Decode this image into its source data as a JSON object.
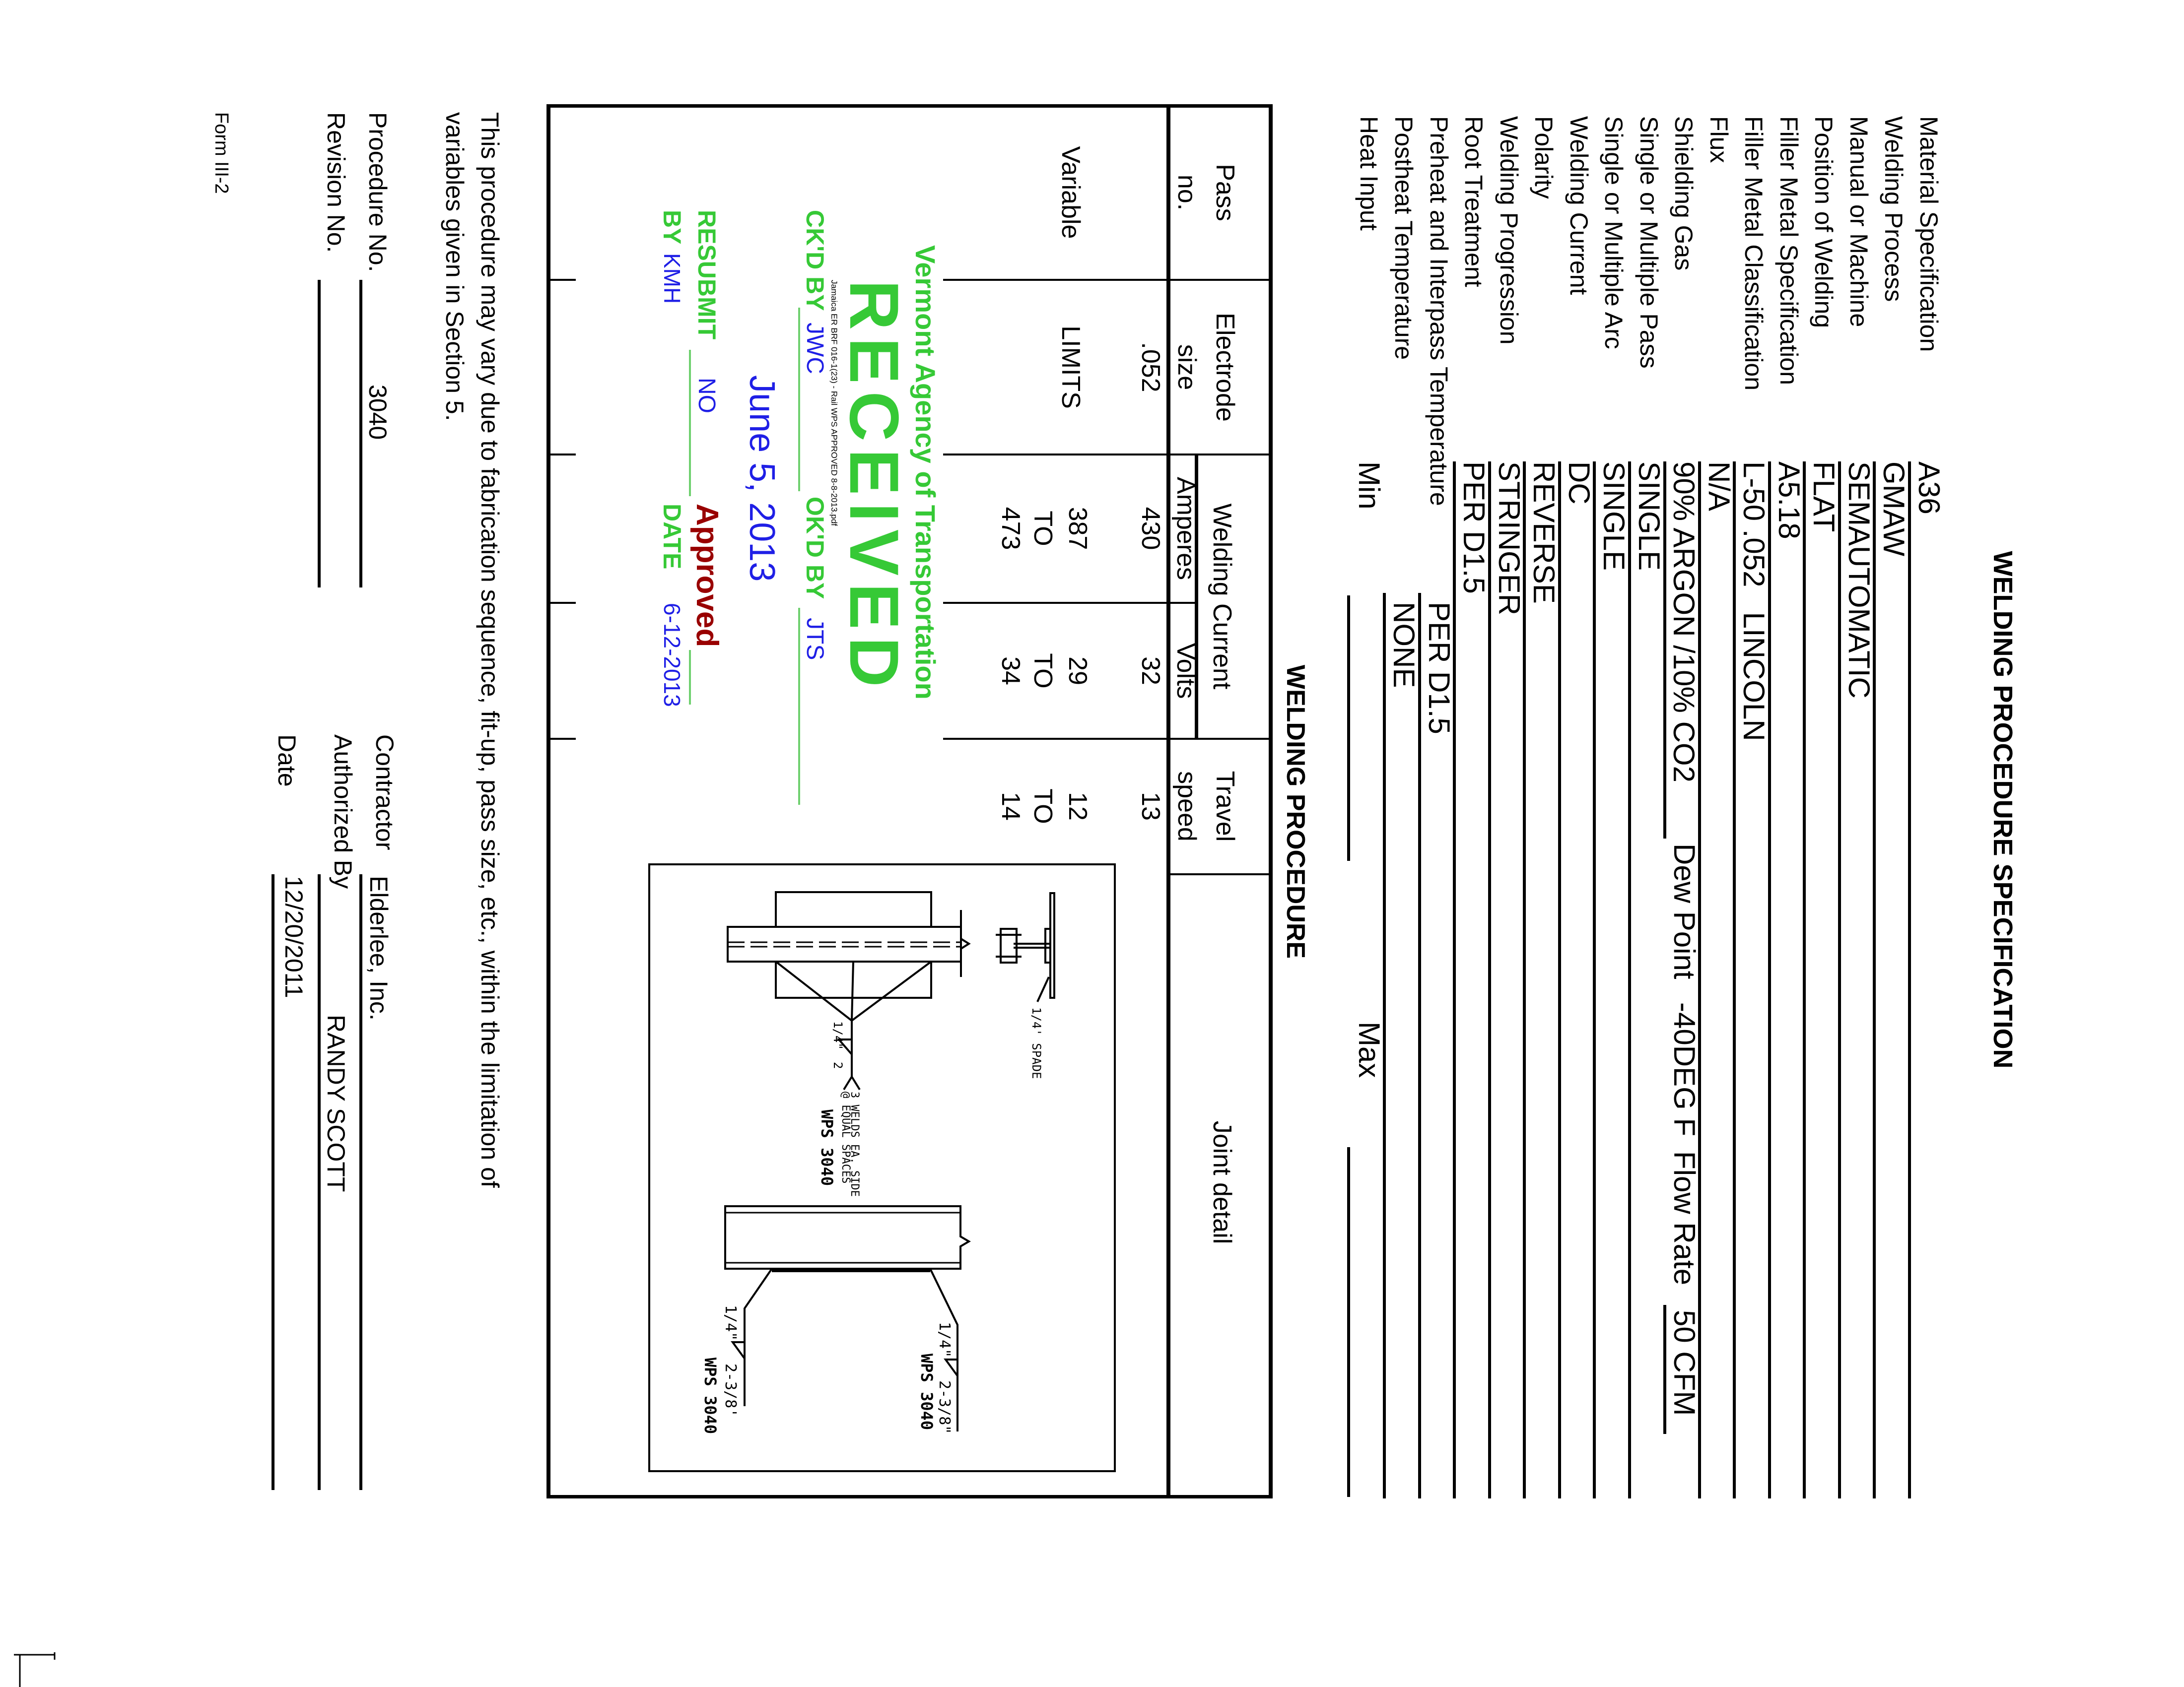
{
  "title": "WELDING PROCEDURE SPECIFICATION",
  "spec_rows": [
    {
      "label": "Material Specification",
      "value": "A36"
    },
    {
      "label": "Welding Process",
      "value": "GMAW"
    },
    {
      "label": "Manual or Machine",
      "value": "SEMAUTOMATIC"
    },
    {
      "label": "Position of Welding",
      "value": "FLAT"
    },
    {
      "label": "Filler Metal Specification",
      "value": "A5.18"
    },
    {
      "label": "Filler Metal Classification",
      "value": "L-50 .052   LINCOLN"
    },
    {
      "label": "Flux",
      "value": "N/A"
    },
    {
      "label": "Shielding Gas",
      "value": "90% ARGON /10% CO2"
    },
    {
      "label": "Single or Multiple Pass",
      "value": "SINGLE"
    },
    {
      "label": "Single or Multiple Arc",
      "value": "SINGLE"
    },
    {
      "label": "Welding Current",
      "value": "DC"
    },
    {
      "label": "Polarity",
      "value": "REVERSE"
    },
    {
      "label": "Welding Progression",
      "value": "STRINGER"
    },
    {
      "label": "Root Treatment",
      "value": "PER D1.5"
    },
    {
      "label": "Preheat and Interpass Temperature",
      "value": "PER D1.5"
    },
    {
      "label": "Postheat Temperature",
      "value": "NONE"
    }
  ],
  "heat_input": {
    "label": "Heat Input",
    "min_label": "Min",
    "max_label": "Max"
  },
  "shielding_extra": {
    "dew_point_label": "Dew Point",
    "dew_point_value": "-40DEG F",
    "flow_rate_label": "Flow Rate",
    "flow_rate_value": "50 CFM"
  },
  "procedure": {
    "title": "WELDING PROCEDURE",
    "headers": {
      "pass_1": "Pass",
      "pass_2": "no.",
      "electrode_1": "Electrode",
      "electrode_2": "size",
      "current": "Welding Current",
      "amperes": "Amperes",
      "volts": "Volts",
      "travel_1": "Travel",
      "travel_2": "speed",
      "joint": "Joint detail"
    },
    "row": {
      "electrode": ".052",
      "amperes": "430",
      "volts": "32",
      "travel": "13"
    },
    "limits": {
      "variable": "Variable",
      "limits": "LIMITS",
      "amperes": [
        "387",
        "TO",
        "473"
      ],
      "volts": [
        "29",
        "TO",
        "34"
      ],
      "travel": [
        "12",
        "TO",
        "14"
      ]
    }
  },
  "joint_detail": {
    "spade": "1/4' SPADE",
    "size_quarter": "1/4\"",
    "weld_count": "2",
    "welds_note_1": "3 WELDS EA. SIDE",
    "welds_note_2": "@ EQUAL SPACES",
    "wps": "WPS 3040",
    "fillet_size": "1/4\"",
    "fillet_length_1": "2-3/8'",
    "fillet_length_2": "2-3/8\""
  },
  "stamp": {
    "agency": "Vermont Agency of Transportation",
    "received": "RECEIVED",
    "file_note": "Jamaica ER BRF 016-1(23) - Rail WPS APPROVED 8-8-2013.pdf",
    "ckd_label": "CK'D BY",
    "ckd_value": "JWC",
    "okd_label": "OK'D BY",
    "okd_value": "JTS",
    "date_received": "June 5, 2013",
    "resubmit_label": "RESUBMIT",
    "resubmit_value": "NO",
    "status": "Approved",
    "by_label": "BY",
    "by_value": "KMH",
    "date_label": "DATE",
    "date_value": "6-12-2013",
    "colors": {
      "green": "#36c936",
      "blue": "#1f1fe6",
      "approved": "#990000"
    }
  },
  "footer": {
    "note_line_1": "This procedure may vary due to fabrication sequence, fit-up, pass size, etc., within the limitation of",
    "note_line_2": "variables given in Section 5.",
    "procedure_no_label": "Procedure No.",
    "procedure_no": "3040",
    "revision_no_label": "Revision No.",
    "contractor_label": "Contractor",
    "contractor": "Elderlee, Inc.",
    "authorized_by_label": "Authorized By",
    "authorized_by": "RANDY SCOTT",
    "date_label": "Date",
    "date": "12/20/2011",
    "form_id": "Form III-2"
  }
}
